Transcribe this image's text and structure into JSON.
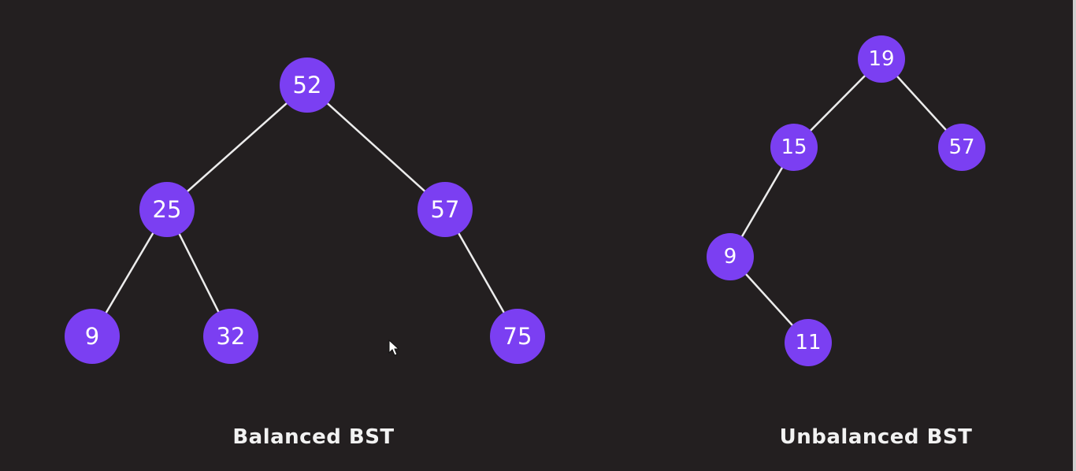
{
  "balanced_tree": {
    "caption": "Balanced BST",
    "nodes": [
      {
        "id": "n52",
        "label": "52"
      },
      {
        "id": "n25",
        "label": "25"
      },
      {
        "id": "n57",
        "label": "57"
      },
      {
        "id": "n9",
        "label": "9"
      },
      {
        "id": "n32",
        "label": "32"
      },
      {
        "id": "n75",
        "label": "75"
      }
    ],
    "edges": [
      [
        "n52",
        "n25"
      ],
      [
        "n52",
        "n57"
      ],
      [
        "n25",
        "n9"
      ],
      [
        "n25",
        "n32"
      ],
      [
        "n57",
        "n75"
      ]
    ]
  },
  "unbalanced_tree": {
    "caption": "Unbalanced BST",
    "nodes": [
      {
        "id": "u19",
        "label": "19"
      },
      {
        "id": "u15",
        "label": "15"
      },
      {
        "id": "u57",
        "label": "57"
      },
      {
        "id": "u9",
        "label": "9"
      },
      {
        "id": "u11",
        "label": "11"
      }
    ],
    "edges": [
      [
        "u19",
        "u15"
      ],
      [
        "u19",
        "u57"
      ],
      [
        "u15",
        "u9"
      ],
      [
        "u9",
        "u11"
      ]
    ]
  },
  "colors": {
    "background": "#231f20",
    "node_fill": "#7b3ff2",
    "edge": "#ececec",
    "text": "#ffffff"
  },
  "icons": {
    "cursor": "mouse-pointer-icon"
  }
}
